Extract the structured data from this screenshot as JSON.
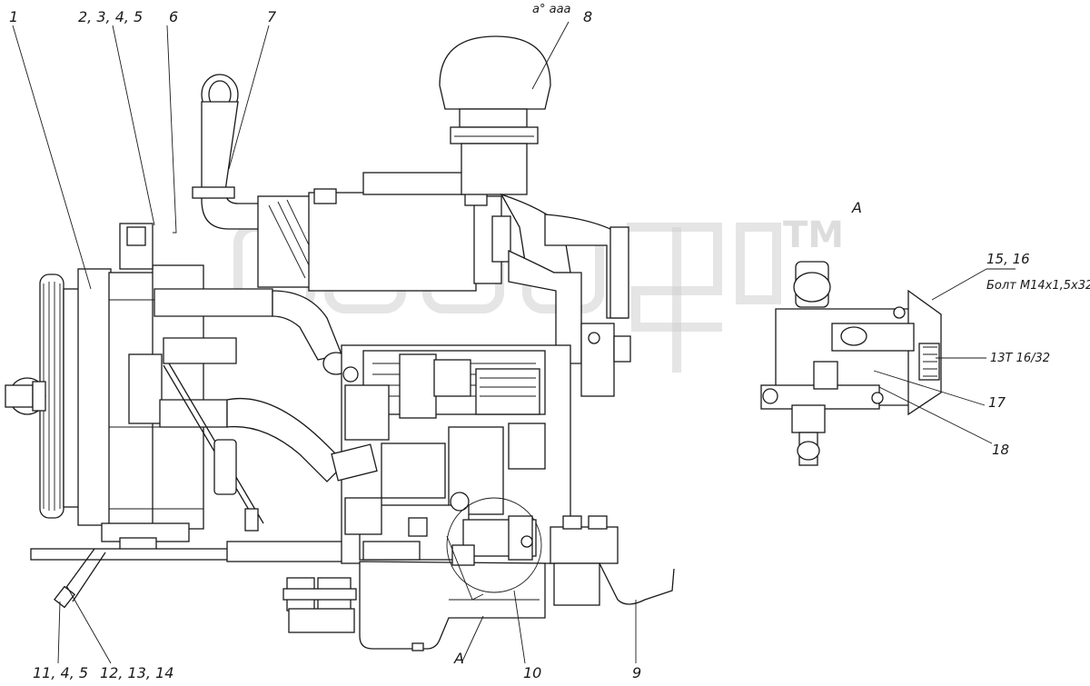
{
  "callouts": {
    "c1": "1",
    "c2": "2, 3, 4, 5",
    "c6": "6",
    "c7": "7",
    "c8": "8",
    "c9": "9",
    "c10": "10",
    "c11": "11, 4, 5",
    "c12": "12, 13, 14",
    "c15": "15, 16",
    "c17": "17",
    "c18": "18"
  },
  "view_labels": {
    "view_a_title": "A",
    "view_a_arrow": "A"
  },
  "annotations": {
    "bolt": "Болт М14х1,5х32",
    "spline": "13Т 16/32",
    "top_mark": "а° ааа"
  },
  "watermark": {
    "tm": "TM"
  }
}
